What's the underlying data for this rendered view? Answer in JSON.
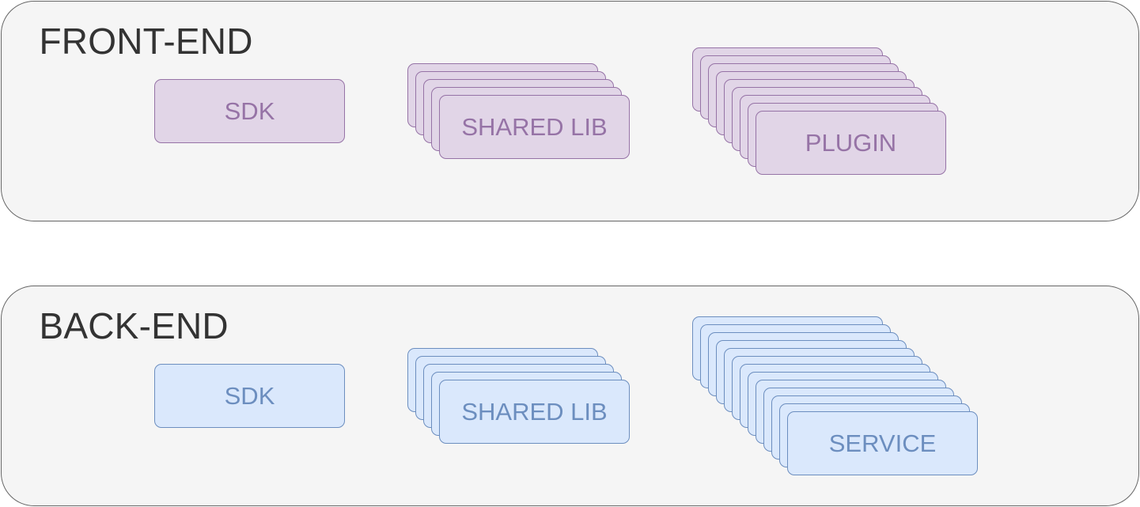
{
  "colors": {
    "panel_fill": "#f5f5f5",
    "panel_stroke": "#666666",
    "title_text": "#333333",
    "front_fill": "#e1d5e7",
    "front_stroke": "#9673a6",
    "back_fill": "#dae8fc",
    "back_stroke": "#6c8ebf"
  },
  "front_end": {
    "title": "FRONT-END",
    "sdk": {
      "label": "SDK",
      "copies": 1
    },
    "shared_lib": {
      "label": "SHARED LIB",
      "copies": 5
    },
    "plugin": {
      "label": "PLUGIN",
      "copies": 9
    }
  },
  "back_end": {
    "title": "BACK-END",
    "sdk": {
      "label": "SDK",
      "copies": 1
    },
    "shared_lib": {
      "label": "SHARED LIB",
      "copies": 5
    },
    "service": {
      "label": "SERVICE",
      "copies": 13
    }
  }
}
